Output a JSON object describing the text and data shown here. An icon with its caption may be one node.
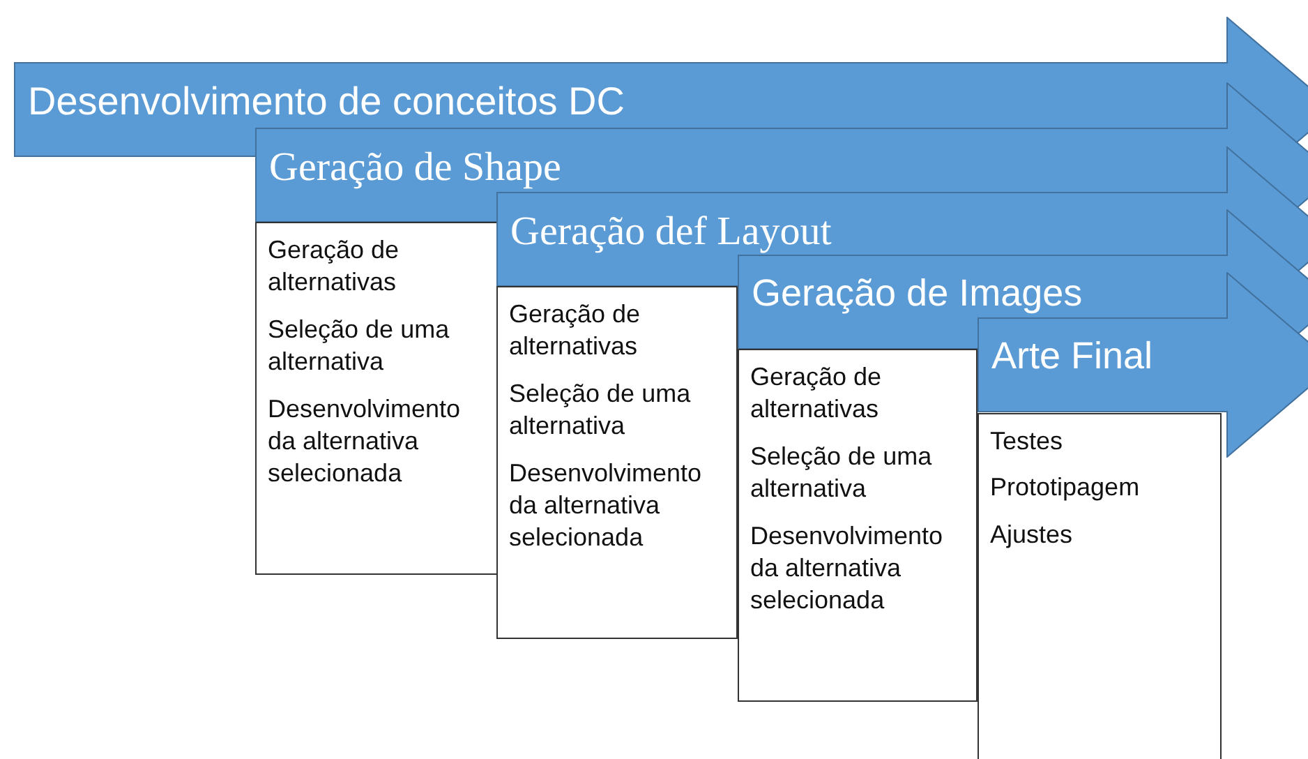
{
  "diagram": {
    "nodes": [
      {
        "text": [
          "Desenvolvimento de conceitos DC"
        ]
      },
      {
        "text": [
          "Geração de Shape"
        ]
      },
      {
        "text": [
          "Geração de alternativas",
          "Seleção de uma alternativa",
          "Desenvolvimento da alternativa selecionada"
        ]
      },
      {
        "text": [
          "Geração def Layout"
        ]
      },
      {
        "text": [
          "Geração de alternativas",
          "Seleção de uma alternativa",
          "Desenvolvimento da alternativa selecionada"
        ]
      },
      {
        "text": [
          "Geração de Images"
        ]
      },
      {
        "text": [
          "Geração de alternativas",
          "Seleção de uma alternativa",
          "Desenvolvimento da alternativa selecionada"
        ]
      },
      {
        "text": [
          "Arte Final"
        ]
      },
      {
        "text": [
          "Testes",
          "Prototipagem",
          "Ajustes"
        ]
      }
    ],
    "edges": []
  }
}
